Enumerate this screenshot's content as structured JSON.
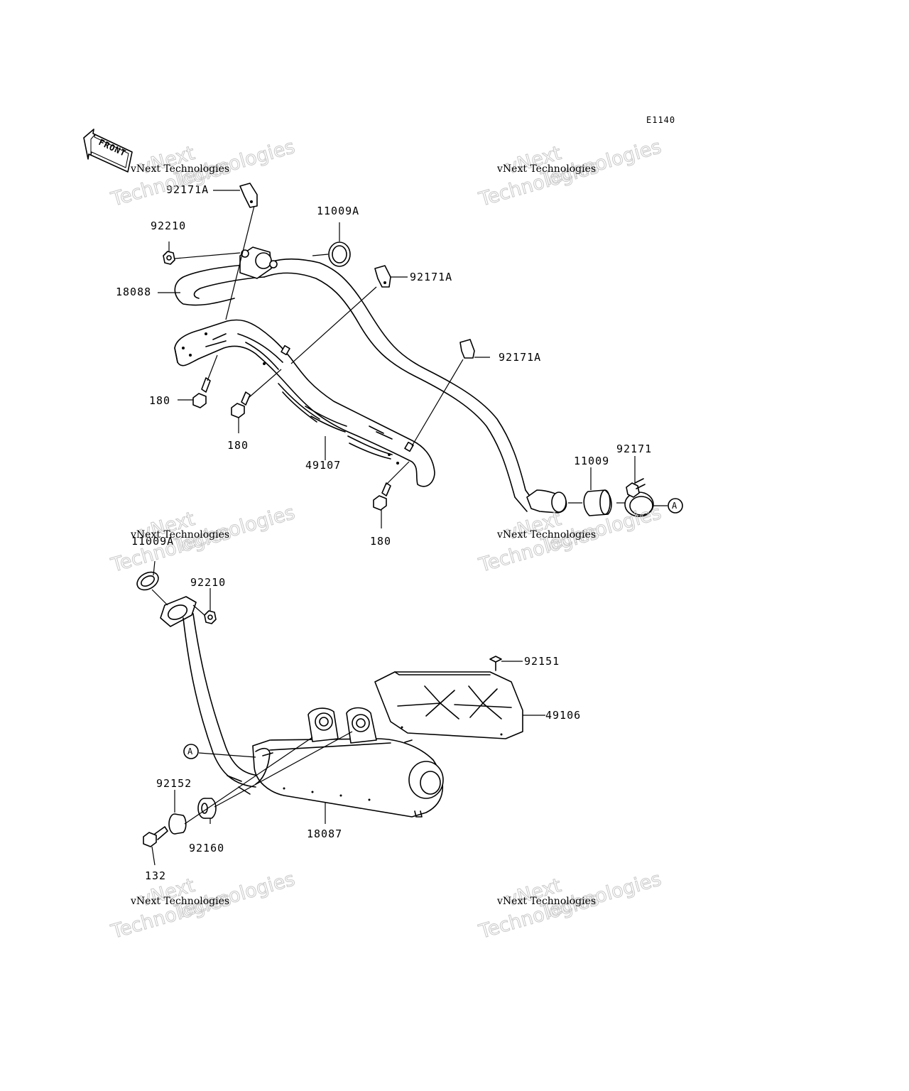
{
  "figure_code": "E1140",
  "front_label": "FRONT",
  "watermark_line1": "vNext Technologies",
  "watermark_line2": "Technologies",
  "watermark_line3": "vNext",
  "ref_marker": "A",
  "callouts": {
    "c92171A_1": "92171A",
    "c92210_1": "92210",
    "c11009A_1": "11009A",
    "c18088": "18088",
    "c92171A_2": "92171A",
    "c92171A_3": "92171A",
    "c180_1": "180",
    "c180_2": "180",
    "c49107": "49107",
    "c180_3": "180",
    "c11009": "11009",
    "c92171": "92171",
    "c11009A_2": "11009A",
    "c92210_2": "92210",
    "c92151": "92151",
    "c49106": "49106",
    "c92152": "92152",
    "c18087": "18087",
    "c92160": "92160",
    "c132": "132"
  }
}
